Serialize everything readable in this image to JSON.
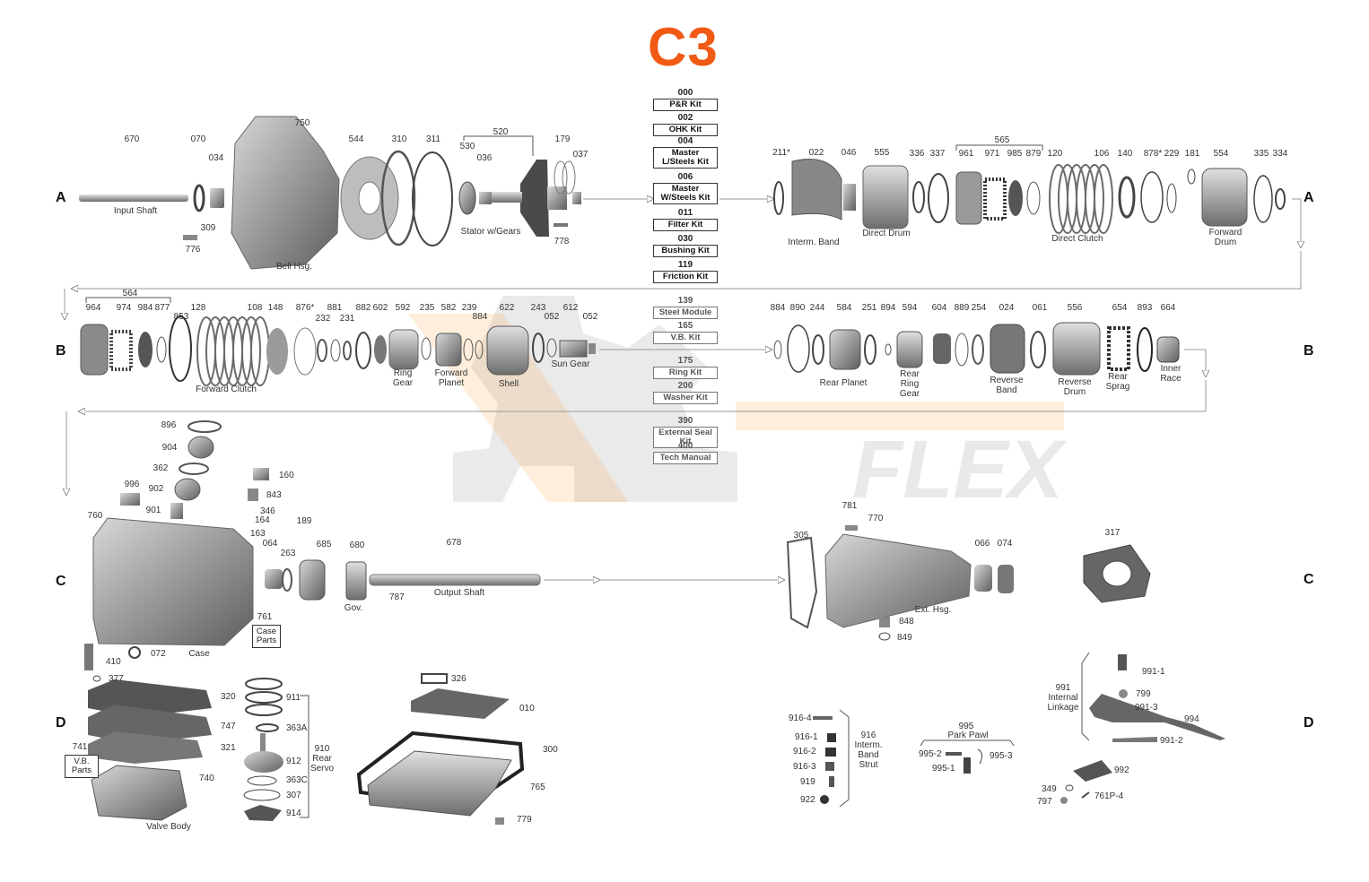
{
  "title": "C3",
  "brand": {
    "watermark_text": "FLEX",
    "accent": "#f05a14",
    "gray": "#a6a6a6"
  },
  "rows": {
    "A": "A",
    "B": "B",
    "C": "C",
    "D": "D"
  },
  "kits": [
    {
      "num": "000",
      "label": "P&R Kit"
    },
    {
      "num": "002",
      "label": "OHK Kit"
    },
    {
      "num": "004",
      "label": "Master L/Steels Kit"
    },
    {
      "num": "006",
      "label": "Master W/Steels Kit"
    },
    {
      "num": "011",
      "label": "Filter Kit"
    },
    {
      "num": "030",
      "label": "Bushing Kit"
    },
    {
      "num": "119",
      "label": "Friction Kit"
    },
    {
      "num": "139",
      "label": "Steel Module"
    },
    {
      "num": "165",
      "label": "V.B. Kit"
    },
    {
      "num": "175",
      "label": "Ring Kit"
    },
    {
      "num": "200",
      "label": "Washer Kit"
    },
    {
      "num": "390",
      "label": "External Seal Kit"
    },
    {
      "num": "400",
      "label": "Tech Manual"
    }
  ],
  "parts_a": [
    "670",
    "070",
    "034",
    "750",
    "544",
    "310",
    "311",
    "530",
    "036",
    "520",
    "179",
    "037",
    "309",
    "776",
    "778",
    "211*",
    "022",
    "046",
    "555",
    "336",
    "337",
    "565",
    "961",
    "971",
    "985",
    "879",
    "120",
    "106",
    "140",
    "878*",
    "229",
    "181",
    "554",
    "335",
    "334"
  ],
  "names_a": {
    "input_shaft": "Input Shaft",
    "bell_hsg": "Bell Hsg.",
    "stator": "Stator w/Gears",
    "interm_band": "Interm. Band",
    "direct_drum": "Direct Drum",
    "direct_clutch": "Direct Clutch",
    "forward_drum": "Forward Drum"
  },
  "parts_b": [
    "564",
    "964",
    "974",
    "984",
    "877",
    "853",
    "128",
    "108",
    "148",
    "876*",
    "232",
    "881",
    "231",
    "882",
    "602",
    "592",
    "235",
    "582",
    "239",
    "884",
    "622",
    "243",
    "052",
    "612",
    "052",
    "884",
    "890",
    "244",
    "584",
    "251",
    "894",
    "594",
    "604",
    "889",
    "254",
    "024",
    "061",
    "556",
    "654",
    "893",
    "664"
  ],
  "names_b": {
    "forward_clutch": "Forward Clutch",
    "ring_gear": "Ring Gear",
    "forward_planet": "Forward Planet",
    "shell": "Shell",
    "sun_gear": "Sun Gear",
    "rear_planet": "Rear Planet",
    "rear_ring_gear": "Rear Ring Gear",
    "reverse_band": "Reverse Band",
    "reverse_drum": "Reverse Drum",
    "rear_sprag": "Rear Sprag",
    "inner_race": "Inner Race"
  },
  "parts_c": [
    "896",
    "904",
    "362",
    "996",
    "902",
    "901",
    "760",
    "160",
    "843",
    "346",
    "164",
    "163",
    "064",
    "263",
    "189",
    "685",
    "680",
    "787",
    "678",
    "781",
    "770",
    "305",
    "066",
    "074",
    "848",
    "849",
    "317"
  ],
  "names_c": {
    "case": "Case",
    "case_parts": "Case Parts",
    "case_parts_num": "761",
    "gov": "Gov.",
    "output_shaft": "Output Shaft",
    "ext_hsg": "Ext. Hsg."
  },
  "parts_d": [
    "410",
    "377",
    "320",
    "747",
    "321",
    "740",
    "911",
    "363A",
    "912",
    "363C",
    "307",
    "914",
    "326",
    "010",
    "300",
    "765",
    "779",
    "916-4",
    "916-1",
    "916-2",
    "916-3",
    "919",
    "922",
    "995-2",
    "995-3",
    "995-1",
    "991-1",
    "799",
    "991-3",
    "994",
    "991-2",
    "992",
    "349",
    "797",
    "761P-4",
    "072"
  ],
  "names_d": {
    "vb_parts_num": "741",
    "vb_parts": "V.B. Parts",
    "valve_body": "Valve Body",
    "rear_servo_num": "910",
    "rear_servo": "Rear Servo",
    "strut_num": "916",
    "strut": "Interm. Band Strut",
    "park_pawl_num": "995",
    "park_pawl": "Park Pawl",
    "linkage_num": "991",
    "linkage": "Internal Linkage"
  }
}
